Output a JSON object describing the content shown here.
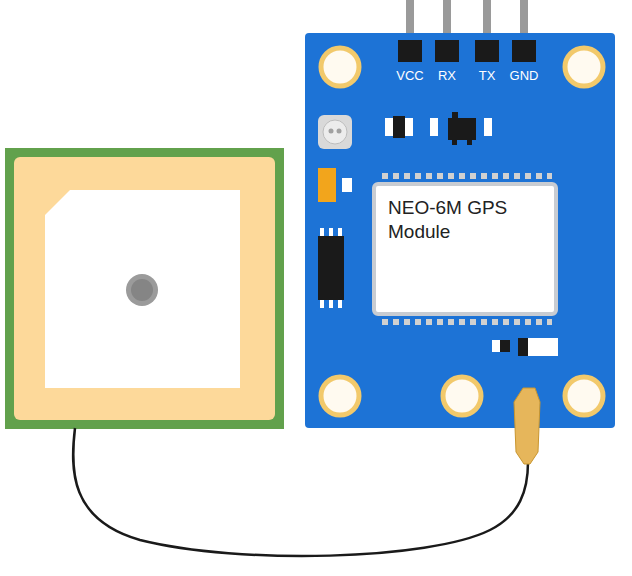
{
  "diagram": {
    "nodes": [
      {
        "text": [
          "NEO-6M GPS Module"
        ]
      }
    ],
    "labels": [
      "VCC",
      "RX",
      "TX",
      "GND"
    ]
  }
}
